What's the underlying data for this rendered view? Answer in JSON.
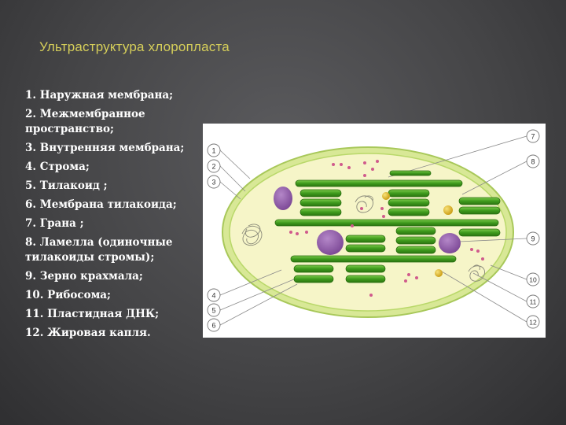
{
  "slide": {
    "title": "Ультраструктура хлоропласта",
    "legend": [
      "1. Наружная мембрана;",
      "2. Межмембранное пространство;",
      "3. Внутренняя мембрана;",
      "4. Строма;",
      "5. Тилакоид ;",
      "6. Мембрана тилакоида;",
      "7. Грана ;",
      "8. Ламелла (одиночные тилакоиды стромы);",
      "9. Зерно крахмала;",
      "10. Рибосома;",
      "11. Пластидная ДНК;",
      "12. Жировая капля."
    ]
  },
  "diagram": {
    "callouts_left": [
      "1",
      "2",
      "3",
      "4",
      "5",
      "6"
    ],
    "callouts_right": [
      "7",
      "8",
      "9",
      "10",
      "11",
      "12"
    ],
    "colors": {
      "outer_membrane": "#b9d86a",
      "stroma": "#f6f5c8",
      "thylakoid": "#3f9b1d",
      "starch": "#8e5aa6",
      "ribosome": "#d05a8c",
      "lipid": "#e0b81a",
      "title": "#d6cf5a"
    }
  }
}
